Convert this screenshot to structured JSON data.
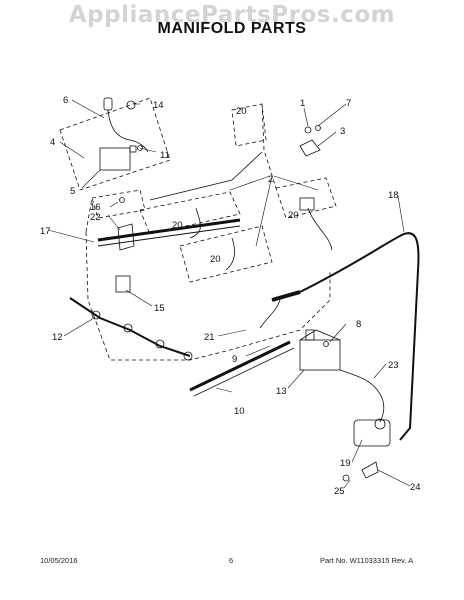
{
  "watermark": "AppliancePartsPros.com",
  "title": "MANIFOLD PARTS",
  "callouts": {
    "c1": "1",
    "c2": "2",
    "c3": "3",
    "c4": "4",
    "c5": "5",
    "c6": "6",
    "c7": "7",
    "c8": "8",
    "c9": "9",
    "c10": "10",
    "c11": "11",
    "c12": "12",
    "c13": "13",
    "c14": "14",
    "c15": "15",
    "c16": "16",
    "c17": "17",
    "c18": "18",
    "c19": "19",
    "c20a": "20",
    "c20b": "20",
    "c20c": "20",
    "c20d": "20",
    "c21": "21",
    "c22": "22",
    "c23": "23",
    "c24": "24",
    "c25": "25"
  },
  "footer": {
    "date": "10/05/2016",
    "page": "6",
    "part": "Part No. W11033315  Rev. A"
  }
}
